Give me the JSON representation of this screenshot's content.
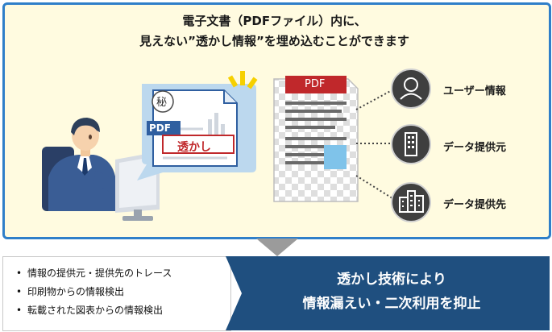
{
  "headline": {
    "line1": "電子文書（PDFファイル）内に、",
    "line2": "見えない”透かし情報”を埋め込むことができます"
  },
  "document": {
    "pdf_badge": "PDF"
  },
  "bubble": {
    "secret_mark": "秘",
    "pdf_badge": "PDF",
    "watermark_label": "透かし"
  },
  "info_items": [
    {
      "label": "ユーザー情報",
      "icon": "user-icon"
    },
    {
      "label": "データ提供元",
      "icon": "building-icon"
    },
    {
      "label": "データ提供先",
      "icon": "buildings-icon"
    }
  ],
  "bullets": [
    "情報の提供元・提供先のトレース",
    "印刷物からの情報検出",
    "転載された図表からの情報検出"
  ],
  "result": {
    "line1": "透かし技術により",
    "line2": "情報漏えい・二次利用を抑止"
  },
  "colors": {
    "panel_border": "#2f7fc9",
    "panel_bg": "#fffbe0",
    "result_bg": "#1f4f7f",
    "pdf_red": "#c0282b",
    "icon_bg": "#3f3f3f"
  }
}
